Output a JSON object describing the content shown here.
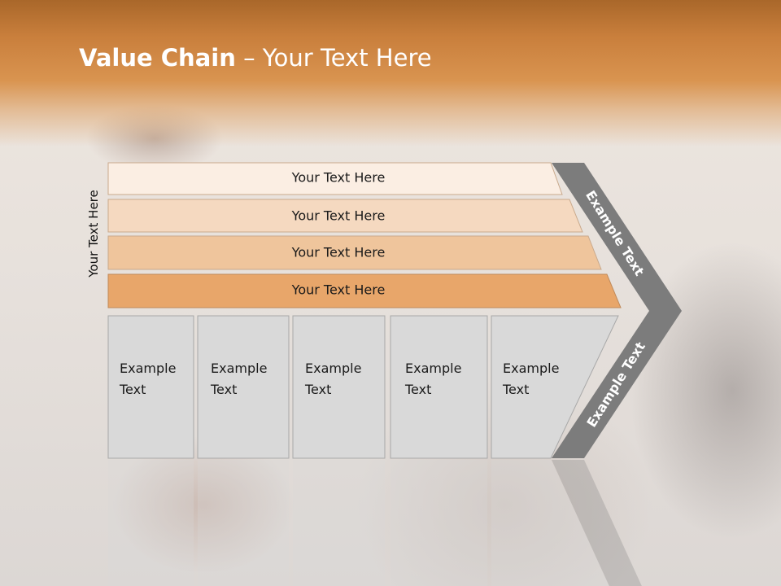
{
  "slide": {
    "title_bold": "Value Chain",
    "title_rest": " – Your Text Here",
    "side_label": "Your Text Here"
  },
  "bars": [
    {
      "label": "Your Text Here",
      "color": "#fbeee3"
    },
    {
      "label": "Your Text Here",
      "color": "#f5d9c0"
    },
    {
      "label": "Your Text Here",
      "color": "#efc59c"
    },
    {
      "label": "Your Text Here",
      "color": "#e8a66a"
    }
  ],
  "boxes": [
    {
      "line1": "Example",
      "line2": "Text"
    },
    {
      "line1": "Example",
      "line2": "Text"
    },
    {
      "line1": "Example",
      "line2": "Text"
    },
    {
      "line1": "Example",
      "line2": "Text"
    },
    {
      "line1": "Example",
      "line2": "Text"
    }
  ],
  "chevron": {
    "upper_label": "Example Text",
    "lower_label": "Example Text",
    "color": "#7c7c7c"
  }
}
